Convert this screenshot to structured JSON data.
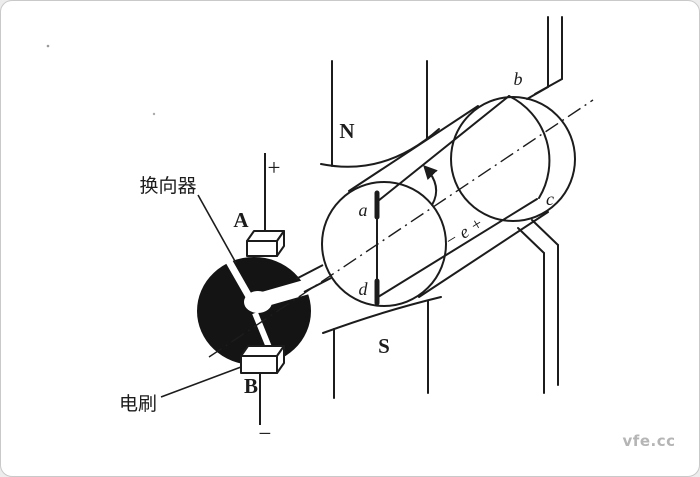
{
  "figure": {
    "background": "#ffffff",
    "border_color": "#c9c9c9",
    "ink_color": "#1c1c1c",
    "watermark_color": "#b5b5b5"
  },
  "labels": {
    "commutator": "换向器",
    "brush": "电刷",
    "terminal_plus": "+",
    "terminal_minus": "−",
    "brush_a": "A",
    "brush_b": "B",
    "pole_north": "N",
    "pole_south": "S",
    "coil_a": "a",
    "coil_b": "b",
    "coil_c": "c",
    "coil_d": "d",
    "emf": "− e +"
  },
  "watermark": "vfe.cc"
}
